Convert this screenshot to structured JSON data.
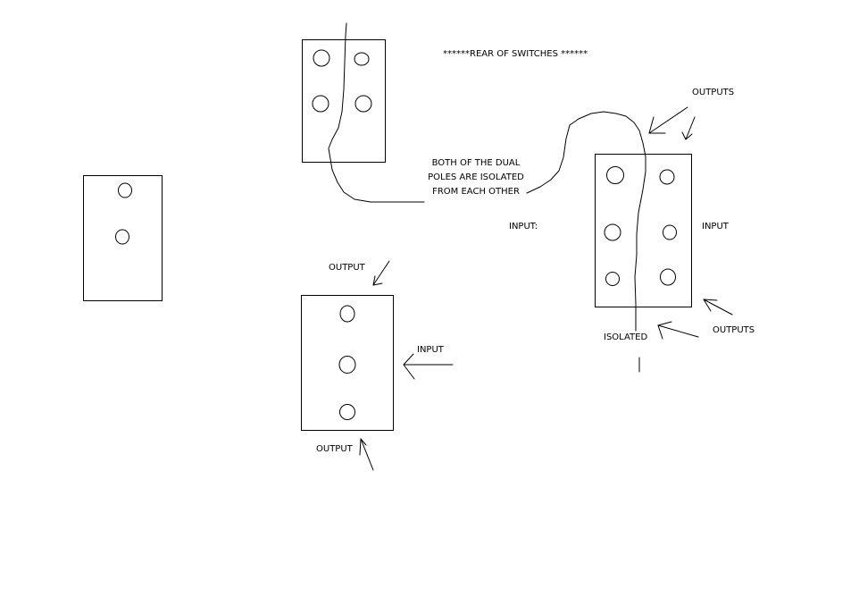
{
  "labels": {
    "heading": "******REAR OF SWITCHES ******",
    "note_line1": "BOTH OF THE DUAL",
    "note_line2": "POLES ARE ISOLATED",
    "note_line3": "FROM EACH OTHER",
    "outputs_top": "OUTPUTS",
    "input_left": "INPUT:",
    "input_right": "INPUT",
    "outputs_bottom": "OUTPUTS",
    "isolated": "ISOLATED",
    "output_top": "OUTPUT",
    "input_mid": "INPUT",
    "output_bottom": "OUTPUT"
  }
}
